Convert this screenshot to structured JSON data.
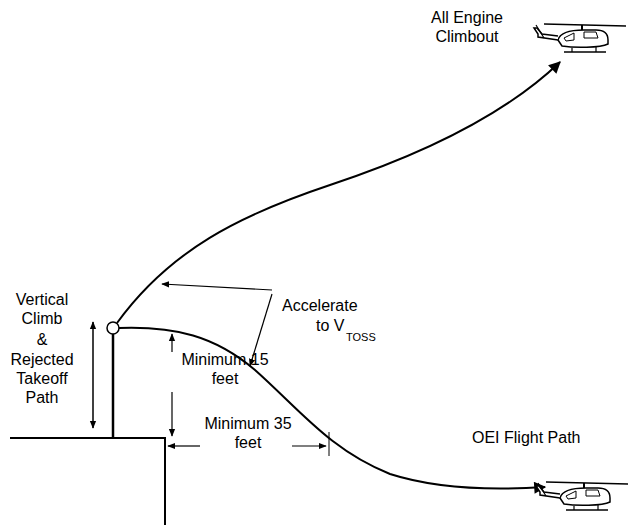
{
  "diagram": {
    "labels": [
      "All Engine Climbout",
      "Vertical Climb",
      "&",
      "Rejected Takeoff Path",
      "Accelerate",
      "to V",
      "TOSS",
      "Minimum 15 feet",
      "Minimum 35 feet",
      "OEI Flight Path"
    ]
  }
}
